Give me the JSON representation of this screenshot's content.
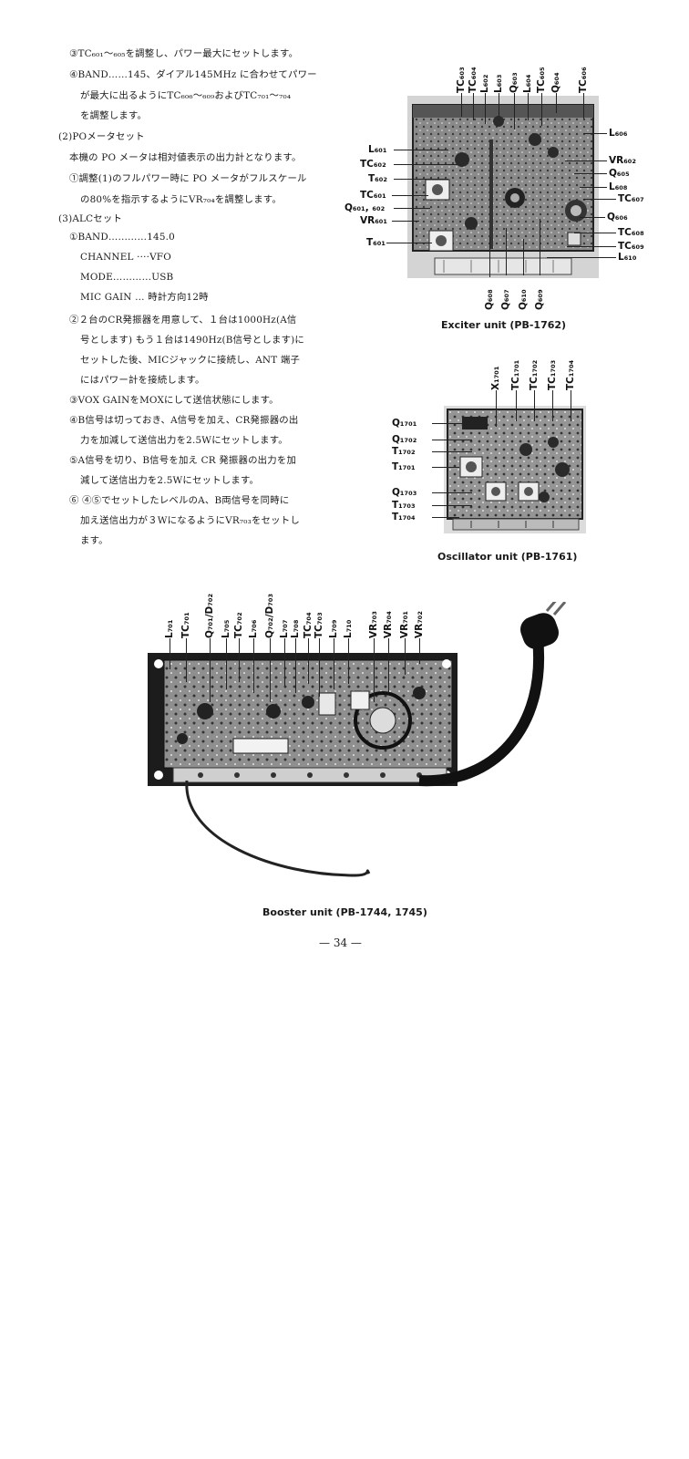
{
  "text": {
    "l01": "③TC₆₀₁～₆₀₅を調整し、パワー最大にセットします。",
    "l02": "④BAND……145、ダイアル145MHz に合わせてパワー",
    "l03": "が最大に出るようにTC₆₀₆～₆₀₉およびTC₇₀₁～₇₀₄",
    "l04": "を調整します。",
    "l05": "(2)POメータセット",
    "l06": "本機の PO メータは相対値表示の出力計となります。",
    "l07": "①調整(1)のフルパワー時に PO メータがフルスケール",
    "l08": "の80%を指示するようにVR₇₀₄を調整します。",
    "l09": "(3)ALCセット",
    "l10": "①BAND…………145.0",
    "l11": "CHANNEL ····VFO",
    "l12": "MODE…………USB",
    "l13": "MIC GAIN … 時計方向12時",
    "l14": "②２台のCR発振器を用意して、１台は1000Hz(A信",
    "l15": "号とします) もう１台は1490Hz(B信号とします)に",
    "l16": "セットした後、MICジャックに接続し、ANT 端子",
    "l17": "にはパワー計を接続します。",
    "l18": "③VOX GAINをMOXにして送信状態にします。",
    "l19": "④B信号は切っておき、A信号を加え、CR発振器の出",
    "l20": "力を加減して送信出力を2.5Wにセットします。",
    "l21": "⑤A信号を切り、B信号を加え CR 発振器の出力を加",
    "l22": "減して送信出力を2.5Wにセットします。",
    "l23": "⑥ ④⑤でセットしたレベルのA、B両信号を同時に",
    "l24": "加え送信出力が３WになるようにVR₇₀₃をセットし",
    "l25": "ます。"
  },
  "exciter": {
    "caption": "Exciter unit (PB-1762)",
    "top_labels": [
      "TC₆₀₃",
      "TC₆₀₄",
      "L₆₀₂",
      "L₆₀₃",
      "Q₆₀₃",
      "L₆₀₄",
      "TC₆₀₅",
      "Q₆₀₄",
      "TC₆₀₆"
    ],
    "left_labels": [
      "L₆₀₁",
      "TC₆₀₂",
      "T₆₀₂",
      "TC₆₀₁",
      "Q₆₀₁, ₆₀₂",
      "VR₆₀₁",
      "T₆₀₁"
    ],
    "right_labels": [
      "L₆₀₆",
      "VR₆₀₂",
      "Q₆₀₅",
      "L₆₀₈",
      "TC₆₀₇",
      "Q₆₀₆",
      "TC₆₀₈",
      "TC₆₀₉",
      "L₆₁₀"
    ],
    "bottom_labels": [
      "Q₆₀₈",
      "Q₆₀₇",
      "Q₆₁₀",
      "Q₆₀₉"
    ]
  },
  "oscillator": {
    "caption": "Oscillator unit (PB-1761)",
    "top_labels": [
      "X₁₇₀₁",
      "TC₁₇₀₁",
      "TC₁₇₀₂",
      "TC₁₇₀₃",
      "TC₁₇₀₄"
    ],
    "left_labels": [
      "Q₁₇₀₁",
      "Q₁₇₀₂",
      "T₁₇₀₂",
      "T₁₇₀₁",
      "Q₁₇₀₃",
      "T₁₇₀₃",
      "T₁₇₀₄"
    ]
  },
  "booster": {
    "caption": "Booster unit (PB-1744, 1745)",
    "top_labels": [
      "L₇₀₁",
      "TC₇₀₁",
      "Q₇₀₁/D₇₀₂",
      "L₇₀₅",
      "TC₇₀₂",
      "L₇₀₆",
      "Q₇₀₂/D₇₀₃",
      "L₇₀₇",
      "L₇₀₈",
      "TC₇₀₄",
      "TC₇₀₃",
      "L₇₀₉",
      "L₇₁₀",
      "VR₇₀₃",
      "VR₇₀₄",
      "VR₇₀₁",
      "VR₇₀₂"
    ]
  },
  "page_number": "— 34 —"
}
